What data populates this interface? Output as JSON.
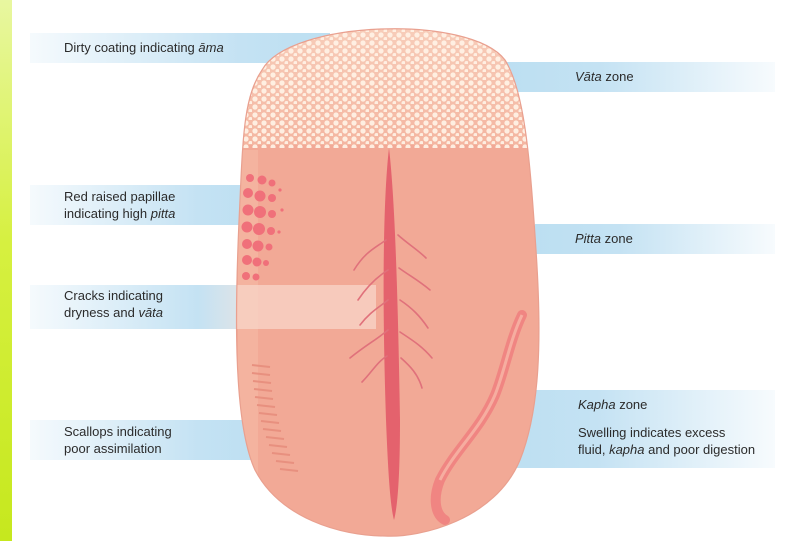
{
  "labels": {
    "dirty_coating": {
      "text": "Dirty coating indicating ",
      "em": "āma"
    },
    "vata_zone": {
      "em": "Vāta",
      "text": " zone"
    },
    "red_papillae_1": "Red raised papillae",
    "red_papillae_2": {
      "text": "indicating high ",
      "em": "pitta"
    },
    "pitta_zone": {
      "em": "Pitta",
      "text": " zone"
    },
    "cracks_1": "Cracks indicating",
    "cracks_2": {
      "text": "dryness and ",
      "em": "vāta"
    },
    "scallops_1": "Scallops indicating",
    "scallops_2": "poor assimilation",
    "kapha_zone": {
      "em": "Kapha",
      "text": " zone"
    },
    "swelling_1": "Swelling indicates excess",
    "swelling_2": {
      "text1": "fluid, ",
      "em": "kapha",
      "text2": " and poor digestion"
    }
  },
  "colors": {
    "tongue_base": "#f2a996",
    "tongue_coating": "#f6c2ae",
    "midline": "#e4626d",
    "papillae": "#f0707a",
    "label_band": "#bcdff2",
    "accent_edge": "#d2ef3c"
  }
}
